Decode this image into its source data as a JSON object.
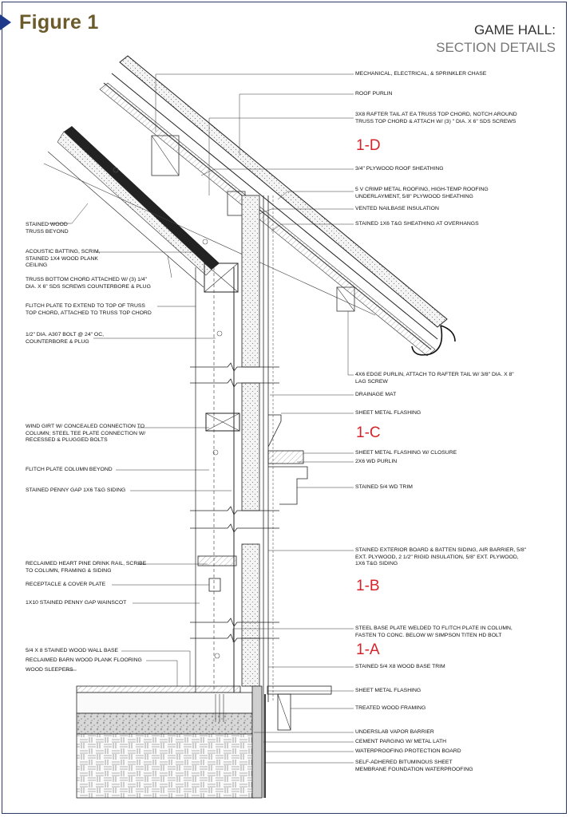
{
  "figure": {
    "label": "Figure 1"
  },
  "header": {
    "project": "GAME HALL:",
    "subtitle": "SECTION DETAILS"
  },
  "section_tags": [
    "1-D",
    "1-C",
    "1-B",
    "1-A"
  ],
  "notes_right": [
    "MECHANICAL, ELECTRICAL, & SPRINKLER CHASE",
    "ROOF PURLIN",
    "3X8 RAFTER TAIL AT EA TRUSS TOP CHORD, NOTCH AROUND\nTRUSS TOP CHORD & ATTACH W/ (3) \" DIA. X 6\" SDS SCREWS",
    "3/4\" PLYWOOD ROOF SHEATHING",
    "5 V CRIMP METAL ROOFING, HIGH-TEMP ROOFING\nUNDERLAYMENT, 5/8\" PLYWOOD SHEATHING",
    "VENTED NAILBASE INSULATION",
    "STAINED 1X6 T&G SHEATHING AT OVERHANGS",
    "4X6 EDGE PURLIN, ATTACH TO RAFTER TAIL W/ 3/8\" DIA. X 8\"\nLAG SCREW",
    "DRAINAGE MAT",
    "SHEET METAL FLASHING",
    "SHEET METAL FLASHING W/ CLOSURE",
    "2X6 WD PURLIN",
    "STAINED 5/4 WD TRIM",
    "STAINED EXTERIOR BOARD & BATTEN SIDING, AIR BARRIER, 5/8\"\nEXT. PLYWOOD, 2 1/2\" RIGID INSULATION, 5/8\" EXT. PLYWOOD,\n1X6 T&G SIDING",
    "STEEL BASE PLATE WELDED TO FLITCH PLATE IN COLUMN,\nFASTEN TO CONC. BELOW W/ SIMPSON TITEN HD BOLT",
    "STAINED 5/4 X8 WOOD BASE TRIM",
    "SHEET METAL FLASHING",
    "TREATED WOOD FRAMING",
    "UNDERSLAB VAPOR BARRIER",
    "CEMENT PARGING W/ METAL LATH",
    "WATERPROOFING PROTECTION BOARD",
    "SELF-ADHERED BITUMINOUS SHEET\nMEMBRANE FOUNDATION WATERPROOFING"
  ],
  "notes_left": [
    "STAINED WOOD\nTRUSS BEYOND",
    "ACOUSTIC BATTING, SCRIM,\nSTAINED 1X4 WOOD PLANK\nCEILING",
    "TRUSS BOTTOM CHORD ATTACHED W/ (3)  1/4\"\nDIA. X 6\" SDS SCREWS COUNTERBORE & PLUG",
    "FLITCH PLATE TO EXTEND TO TOP OF TRUSS\nTOP CHORD, ATTACHED TO TRUSS TOP CHORD",
    "1/2\" DIA. A307 BOLT @ 24\" OC,\nCOUNTERBORE & PLUG",
    "WIND GIRT W/ CONCEALED CONNECTION TO\nCOLUMN; STEEL TEE PLATE CONNECTION W/\nRECESSED & PLUGGED BOLTS",
    "FLITCH PLATE COLUMN BEYOND",
    "STAINED PENNY GAP 1X6 T&G SIDING",
    "RECLAIMED HEART PINE DRINK RAIL, SCRIBE\nTO COLUMN, FRAMING & SIDING",
    "RECEPTACLE & COVER PLATE",
    "1X10 STAINED PENNY GAP WAINSCOT",
    "5/4 X 8 STAINED WOOD WALL BASE",
    "RECLAIMED BARN WOOD PLANK FLOORING",
    "WOOD SLEEPERS"
  ]
}
